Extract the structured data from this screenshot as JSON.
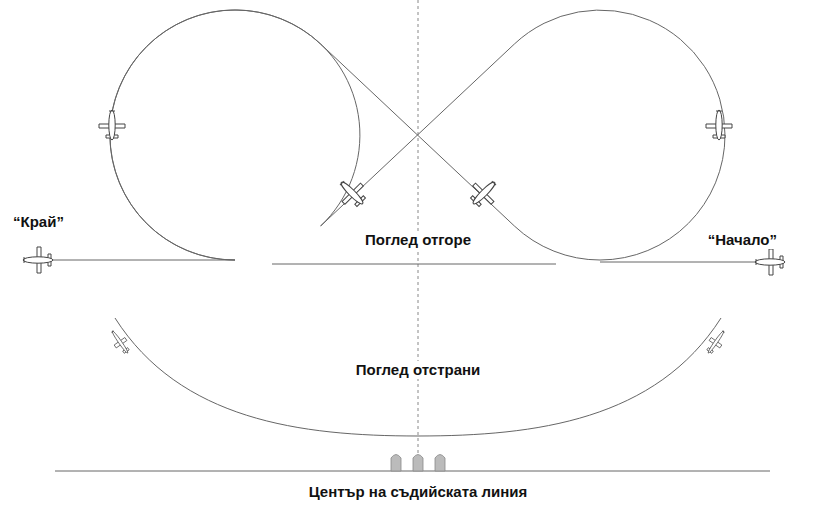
{
  "diagram": {
    "labels": [
      "“Край”",
      "“Начало”",
      "Поглед отгоре",
      "Поглед отстрани",
      "Център на съдийската линия"
    ]
  }
}
